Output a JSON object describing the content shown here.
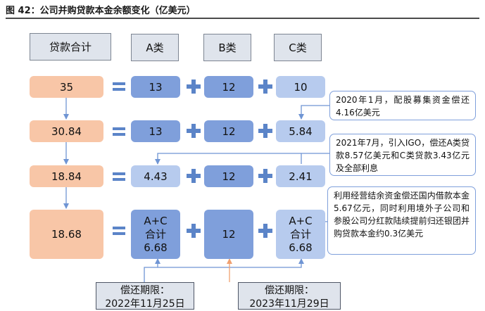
{
  "figure": {
    "title": "图 42：公司并购贷款本金余额变化（亿美元）"
  },
  "headers": {
    "total": "贷款合计",
    "a": "A类",
    "b": "B类",
    "c": "C类"
  },
  "symbols": {
    "equals": "=",
    "plus": "+"
  },
  "rows": [
    {
      "total": "35",
      "a": "13",
      "b": "12",
      "c": "10"
    },
    {
      "total": "30.84",
      "a": "13",
      "b": "12",
      "c": "5.84"
    },
    {
      "total": "18.84",
      "a": "4.43",
      "b": "12",
      "c": "2.41"
    },
    {
      "total": "18.68",
      "a_lines": [
        "A+C",
        "合计",
        "6.68"
      ],
      "b": "12",
      "c_lines": [
        "A+C",
        "合计",
        "6.68"
      ]
    }
  ],
  "notes": {
    "note1": "2020年1月，配股募集资金偿还4.16亿美元",
    "note2": "2021年7月，引入IGO，偿还A类贷款8.57亿美元和C类贷款3.43亿元及全部利息",
    "note3": "利用经营结余资金偿还国内借款本金5.67亿元，同时利用境外子公司和参股公司分红款陆续提前归还银团并购贷款本金约0.3亿美元"
  },
  "maturities": {
    "left": {
      "label": "偿还期限：",
      "date": "2022年11月25日"
    },
    "right": {
      "label": "偿还期限：",
      "date": "2023年11月29日"
    }
  },
  "colors": {
    "total_fill": "#f8c6a7",
    "dark_fill": "#7f9fdb",
    "light_fill": "#b7cbee",
    "header_fill": "#dfe4ec",
    "operator": "#5b84c8",
    "orange_arrow": "#f0a070",
    "blue_arrow": "#6f95d4"
  }
}
